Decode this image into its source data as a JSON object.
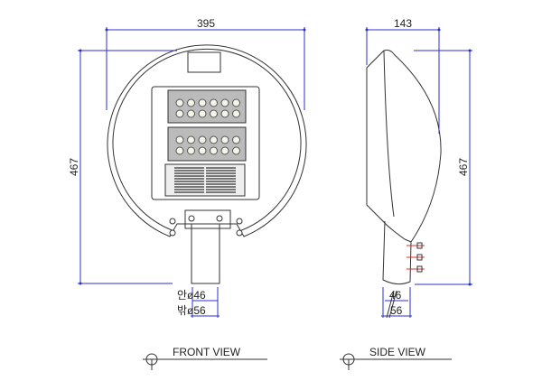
{
  "front_view": {
    "title": "FRONT VIEW",
    "width_dim": "395",
    "height_dim": "467",
    "inner_dia": "안ø46",
    "outer_dia": "밖ø56"
  },
  "side_view": {
    "title": "SIDE VIEW",
    "depth_dim": "143",
    "height_dim": "467",
    "inner_dia": "46",
    "outer_dia": "56"
  },
  "colors": {
    "dimension": "#2f2fd0",
    "line": "#333333",
    "bolt_marker": "#e03030"
  }
}
